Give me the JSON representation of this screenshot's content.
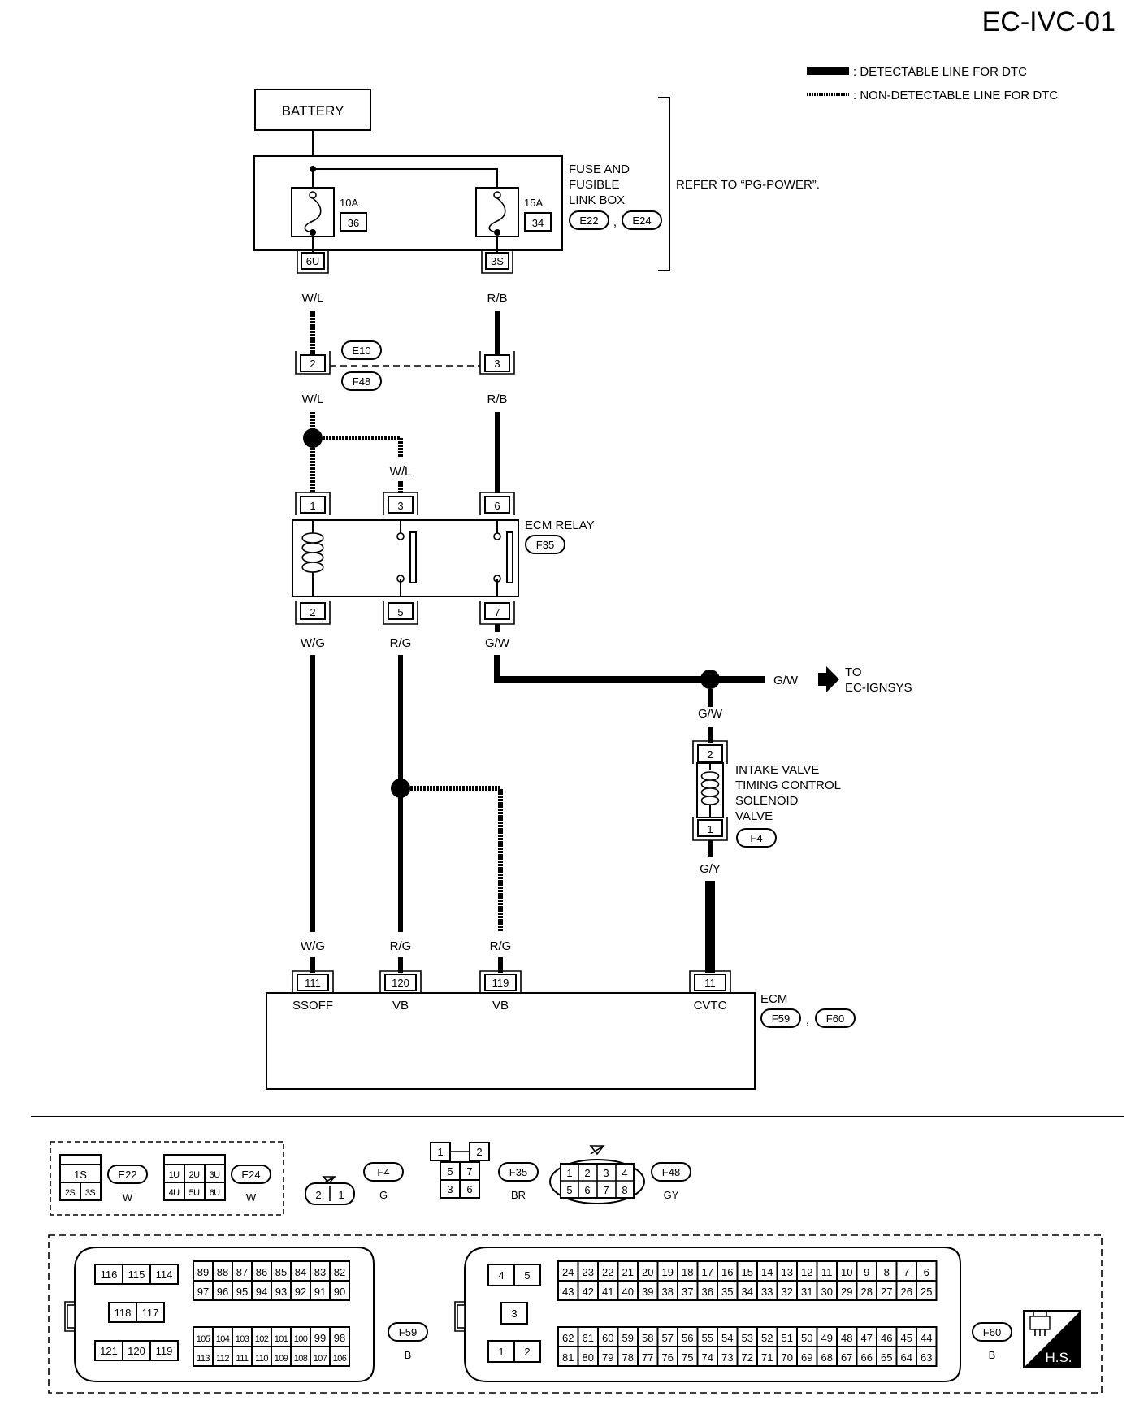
{
  "title": "EC-IVC-01",
  "legend": {
    "detectable": ": DETECTABLE LINE FOR DTC",
    "non_detectable": ": NON-DETECTABLE LINE FOR DTC"
  },
  "battery": "BATTERY",
  "fuse_box": {
    "label_lines": [
      "FUSE AND",
      "FUSIBLE",
      "LINK BOX"
    ],
    "refer": "REFER TO “PG-POWER”.",
    "fuse_left": {
      "amp": "10A",
      "num": "36",
      "terminal": "6U"
    },
    "fuse_right": {
      "amp": "15A",
      "num": "34",
      "terminal": "3S"
    },
    "connectors": [
      "E22",
      "E24"
    ],
    "separator": ","
  },
  "wires": {
    "w_l": "W/L",
    "r_b": "R/B",
    "w_g": "W/G",
    "r_g": "R/G",
    "g_w": "G/W",
    "g_y": "G/Y"
  },
  "junction": {
    "pin_left": "2",
    "pin_right": "3",
    "conn_top": "E10",
    "conn_bottom": "F48"
  },
  "relay": {
    "label": "ECM RELAY",
    "connector": "F35",
    "top_pins": [
      "1",
      "3",
      "6"
    ],
    "bottom_pins": [
      "2",
      "5",
      "7"
    ]
  },
  "ignsys": {
    "line1": "TO",
    "line2": "EC-IGNSYS"
  },
  "solenoid": {
    "label_lines": [
      "INTAKE VALVE",
      "TIMING CONTROL",
      "SOLENOID",
      "VALVE"
    ],
    "pin_top": "2",
    "pin_bottom": "1",
    "connector": "F4"
  },
  "ecm": {
    "label": "ECM",
    "connectors": [
      "F59",
      "F60"
    ],
    "separator": ",",
    "terminals": [
      {
        "pin": "111",
        "name": "SSOFF"
      },
      {
        "pin": "120",
        "name": "VB"
      },
      {
        "pin": "119",
        "name": "VB"
      },
      {
        "pin": "11",
        "name": "CVTC"
      }
    ]
  },
  "connector_views": {
    "e22": {
      "id": "E22",
      "color": "W",
      "pins": [
        "1S",
        "2S",
        "3S"
      ]
    },
    "e24": {
      "id": "E24",
      "color": "W",
      "pins": [
        "1U",
        "2U",
        "3U",
        "4U",
        "5U",
        "6U"
      ]
    },
    "f4": {
      "id": "F4",
      "color": "G",
      "pins": [
        "2",
        "1"
      ]
    },
    "f35": {
      "id": "F35",
      "color": "BR",
      "pins": [
        "1",
        "2",
        "5",
        "7",
        "3",
        "6"
      ]
    },
    "f48": {
      "id": "F48",
      "color": "GY",
      "pins": [
        "1",
        "2",
        "3",
        "4",
        "5",
        "6",
        "7",
        "8"
      ]
    },
    "f59": {
      "id": "F59",
      "color": "B",
      "left_top": [
        "116",
        "115",
        "114"
      ],
      "left_mid": [
        "118",
        "117"
      ],
      "left_bot": [
        "121",
        "120",
        "119"
      ],
      "grid1_row1": [
        "89",
        "88",
        "87",
        "86",
        "85",
        "84",
        "83",
        "82"
      ],
      "grid1_row2": [
        "97",
        "96",
        "95",
        "94",
        "93",
        "92",
        "91",
        "90"
      ],
      "grid2_row1": [
        "105",
        "104",
        "103",
        "102",
        "101",
        "100",
        "99",
        "98"
      ],
      "grid2_row2": [
        "113",
        "112",
        "111",
        "110",
        "109",
        "108",
        "107",
        "106"
      ]
    },
    "f60": {
      "id": "F60",
      "color": "B",
      "left_top": [
        "4",
        "5"
      ],
      "left_mid": [
        "3"
      ],
      "left_bot": [
        "1",
        "2"
      ],
      "grid1_row1": [
        "24",
        "23",
        "22",
        "21",
        "20",
        "19",
        "18",
        "17",
        "16",
        "15",
        "14",
        "13",
        "12",
        "11",
        "10",
        "9",
        "8",
        "7",
        "6"
      ],
      "grid1_row2": [
        "43",
        "42",
        "41",
        "40",
        "39",
        "38",
        "37",
        "36",
        "35",
        "34",
        "33",
        "32",
        "31",
        "30",
        "29",
        "28",
        "27",
        "26",
        "25"
      ],
      "grid2_row1": [
        "62",
        "61",
        "60",
        "59",
        "58",
        "57",
        "56",
        "55",
        "54",
        "53",
        "52",
        "51",
        "50",
        "49",
        "48",
        "47",
        "46",
        "45",
        "44"
      ],
      "grid2_row2": [
        "81",
        "80",
        "79",
        "78",
        "77",
        "76",
        "75",
        "74",
        "73",
        "72",
        "71",
        "70",
        "69",
        "68",
        "67",
        "66",
        "65",
        "64",
        "63"
      ]
    }
  },
  "hs_badge": "H.S."
}
